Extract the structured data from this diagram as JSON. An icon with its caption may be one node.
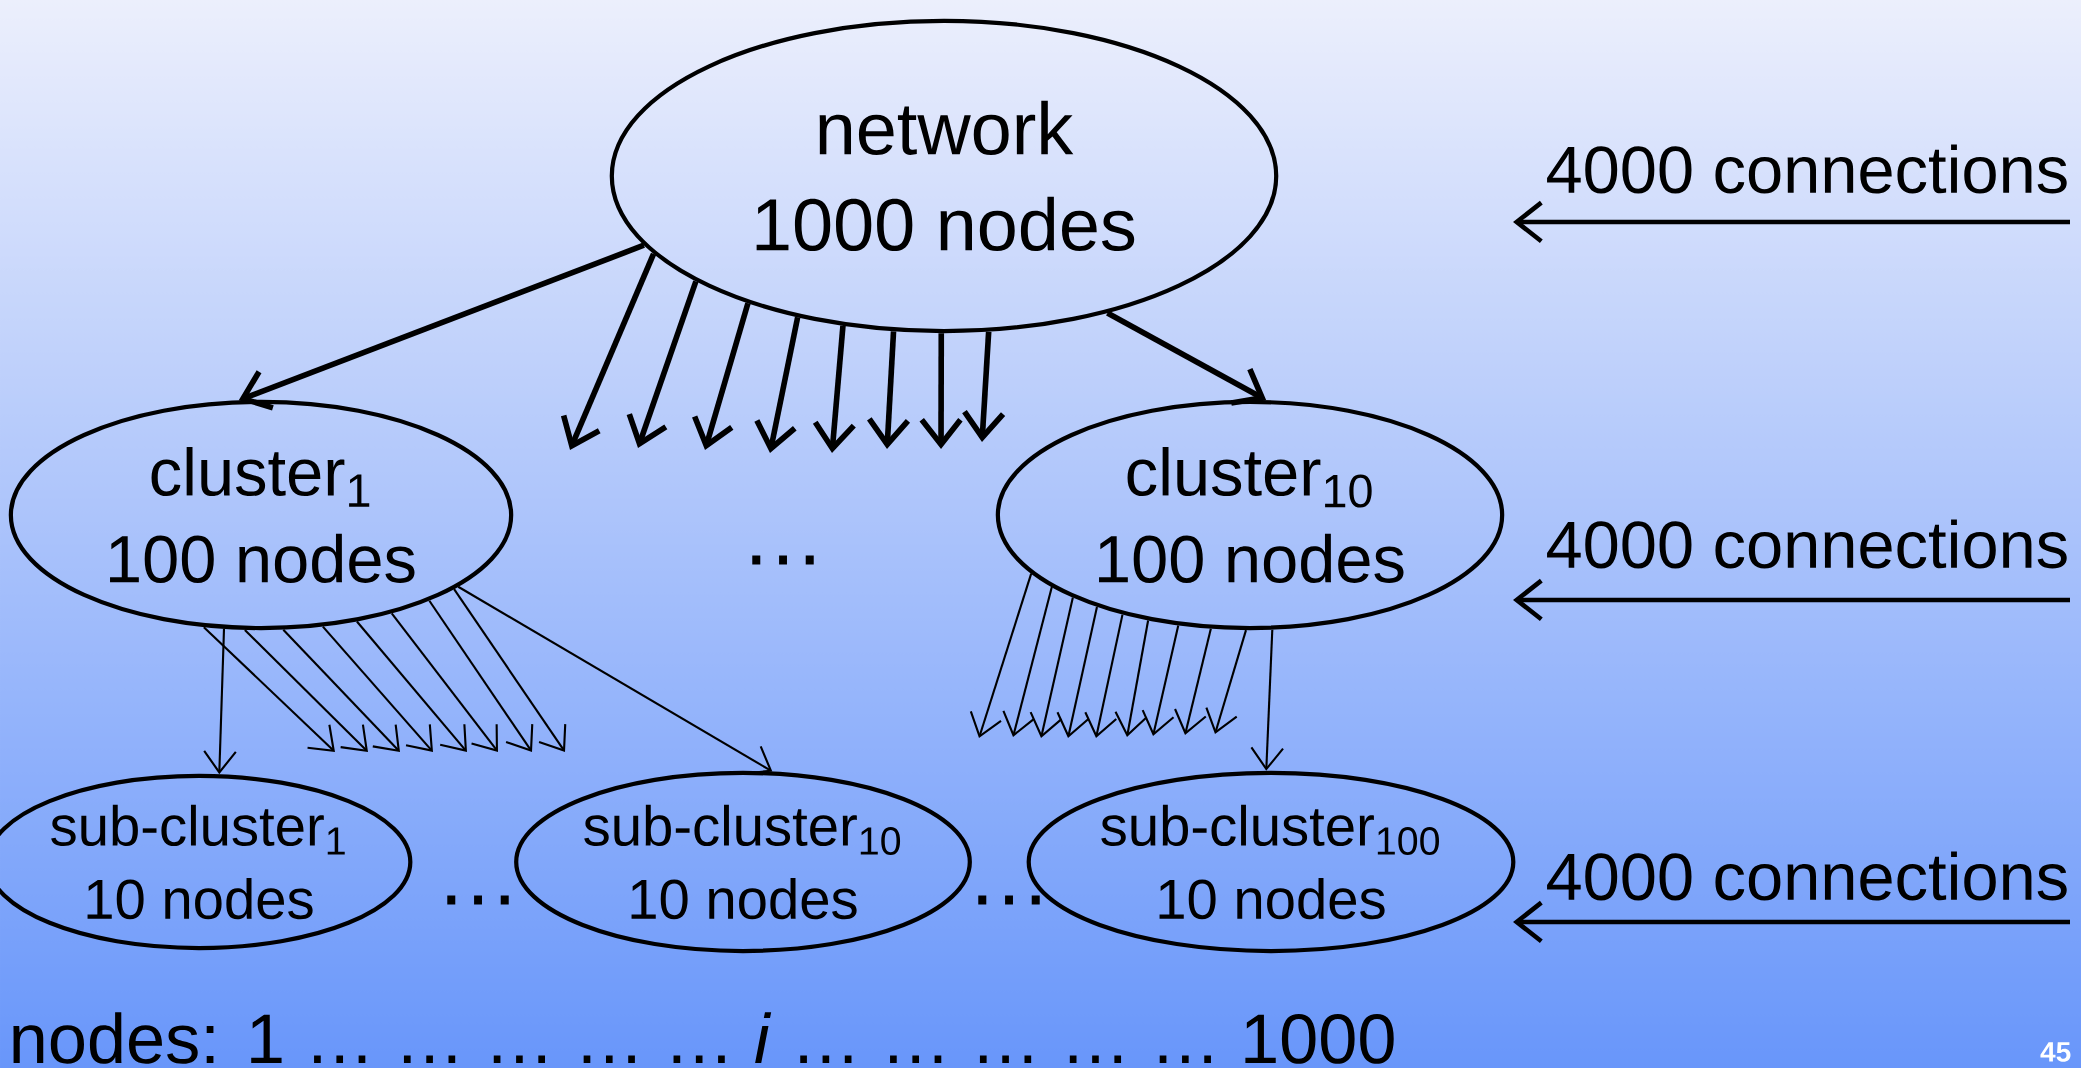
{
  "diagram": {
    "nodes": [
      {
        "text": [
          "network",
          "1000 nodes"
        ]
      },
      {
        "text": [
          "cluster$_{1}$",
          "100 nodes"
        ]
      },
      {
        "text": [
          "cluster$_{10}$",
          "100 nodes"
        ]
      },
      {
        "text": [
          "sub-cluster$_{1}$",
          "10 nodes"
        ]
      },
      {
        "text": [
          "sub-cluster$_{10}$",
          "10 nodes"
        ]
      },
      {
        "text": [
          "sub-cluster$_{100}$",
          "10 nodes"
        ]
      }
    ],
    "edges": [
      {
        "from": 0,
        "to": 1,
        "arrow": "to",
        "style": "thick"
      },
      {
        "from": 0,
        "to": null,
        "arrow": "to",
        "style": "thick"
      },
      {
        "from": 0,
        "to": null,
        "arrow": "to",
        "style": "thick"
      },
      {
        "from": 0,
        "to": null,
        "arrow": "to",
        "style": "thick"
      },
      {
        "from": 0,
        "to": null,
        "arrow": "to",
        "style": "thick"
      },
      {
        "from": 0,
        "to": null,
        "arrow": "to",
        "style": "thick"
      },
      {
        "from": 0,
        "to": null,
        "arrow": "to",
        "style": "thick"
      },
      {
        "from": 0,
        "to": null,
        "arrow": "to",
        "style": "thick"
      },
      {
        "from": 0,
        "to": null,
        "arrow": "to",
        "style": "thick"
      },
      {
        "from": 0,
        "to": 2,
        "arrow": "to",
        "style": "thick"
      },
      {
        "from": 1,
        "to": 3,
        "arrow": "to"
      },
      {
        "from": 1,
        "to": null,
        "arrow": "to"
      },
      {
        "from": 1,
        "to": null,
        "arrow": "to"
      },
      {
        "from": 1,
        "to": null,
        "arrow": "to"
      },
      {
        "from": 1,
        "to": null,
        "arrow": "to"
      },
      {
        "from": 1,
        "to": null,
        "arrow": "to"
      },
      {
        "from": 1,
        "to": null,
        "arrow": "to"
      },
      {
        "from": 1,
        "to": null,
        "arrow": "to"
      },
      {
        "from": 1,
        "to": null,
        "arrow": "to"
      },
      {
        "from": 1,
        "to": 4,
        "arrow": "to"
      },
      {
        "from": 2,
        "to": null,
        "arrow": "to"
      },
      {
        "from": 2,
        "to": null,
        "arrow": "to"
      },
      {
        "from": 2,
        "to": null,
        "arrow": "to"
      },
      {
        "from": 2,
        "to": null,
        "arrow": "to"
      },
      {
        "from": 2,
        "to": null,
        "arrow": "to"
      },
      {
        "from": 2,
        "to": null,
        "arrow": "to"
      },
      {
        "from": 2,
        "to": null,
        "arrow": "to"
      },
      {
        "from": 2,
        "to": null,
        "arrow": "to"
      },
      {
        "from": 2,
        "to": null,
        "arrow": "to"
      },
      {
        "from": 2,
        "to": 5,
        "arrow": "to"
      }
    ],
    "labels": [
      "4000 connections",
      "…",
      "4000 connections",
      "…",
      "…",
      "4000 connections",
      "nodes: 1 … … … … … *i* … … … … … 1000",
      "45"
    ]
  }
}
